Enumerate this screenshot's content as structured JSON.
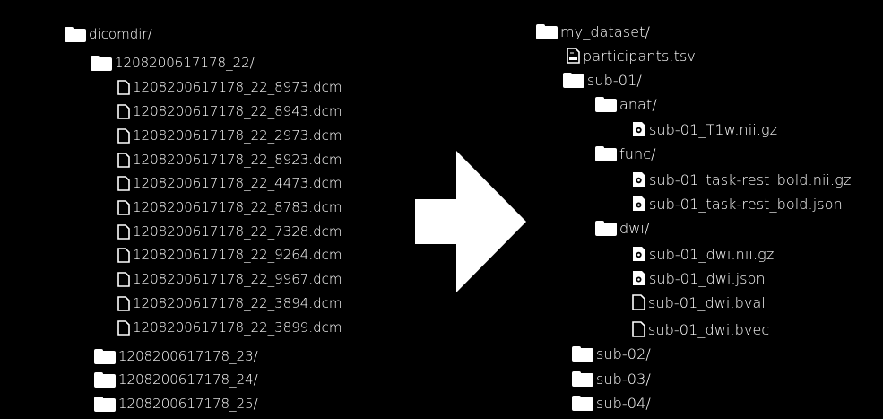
{
  "colors": {
    "background": "#000000",
    "foreground": "#ffffff"
  },
  "left_tree": {
    "root": {
      "label": "dicomdir/",
      "icon": "folder-icon"
    },
    "session": {
      "label": "1208200617178_22/",
      "icon": "folder-icon"
    },
    "files": [
      "1208200617178_22_8973.dcm",
      "1208200617178_22_8943.dcm",
      "1208200617178_22_2973.dcm",
      "1208200617178_22_8923.dcm",
      "1208200617178_22_4473.dcm",
      "1208200617178_22_8783.dcm",
      "1208200617178_22_7328.dcm",
      "1208200617178_22_9264.dcm",
      "1208200617178_22_9967.dcm",
      "1208200617178_22_3894.dcm",
      "1208200617178_22_3899.dcm"
    ],
    "other_sessions": [
      "1208200617178_23/",
      "1208200617178_24/",
      "1208200617178_25/"
    ]
  },
  "arrow": {
    "icon": "right-arrow-icon"
  },
  "right_tree": {
    "root": "my_dataset/",
    "participants": "participants.tsv",
    "sub01": "sub-01/",
    "anat": {
      "label": "anat/",
      "files": [
        "sub-01_T1w.nii.gz"
      ]
    },
    "func": {
      "label": "func/",
      "files": [
        "sub-01_task-rest_bold.nii.gz",
        "sub-01_task-rest_bold.json"
      ]
    },
    "dwi": {
      "label": "dwi/",
      "files": [
        "sub-01_dwi.nii.gz",
        "sub-01_dwi.json",
        "sub-01_dwi.bval",
        "sub-01_dwi.bvec"
      ]
    },
    "other_subjects": [
      "sub-02/",
      "sub-03/",
      "sub-04/"
    ]
  }
}
